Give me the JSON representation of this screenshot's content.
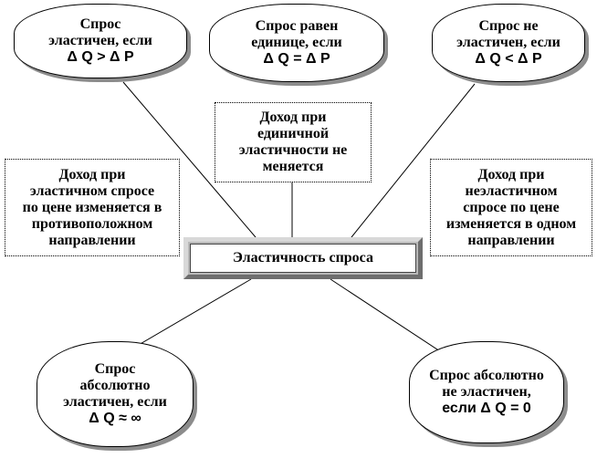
{
  "center": {
    "label": "Эластичность спроса"
  },
  "ovals": {
    "elastic": {
      "lines": [
        "Спрос",
        "эластичен, если"
      ],
      "formula": "Δ Q > Δ P"
    },
    "unit": {
      "lines": [
        "Спрос равен",
        "единице, если"
      ],
      "formula": "Δ Q = Δ P"
    },
    "inelastic": {
      "lines": [
        "Спрос не",
        "эластичен, если"
      ],
      "formula": "Δ Q < Δ P"
    },
    "perfectly_elastic": {
      "lines": [
        "Спрос",
        "абсолютно",
        "эластичен, если"
      ],
      "formula": "Δ Q ≈ ∞"
    },
    "perfectly_inelastic": {
      "lines": [
        "Спрос абсолютно",
        "не эластичен,"
      ],
      "formula": "если Δ Q = 0"
    }
  },
  "notes": {
    "unit_income": [
      "Доход при",
      "единичной",
      "эластичности не",
      "меняется"
    ],
    "elastic_income": [
      "Доход при",
      "эластичном спросе",
      "по цене изменяется в",
      "противоположном",
      "направлении"
    ],
    "inelastic_income": [
      "Доход при",
      "неэластичном",
      "спросе по цене",
      "изменяется в одном",
      "направлении"
    ]
  }
}
